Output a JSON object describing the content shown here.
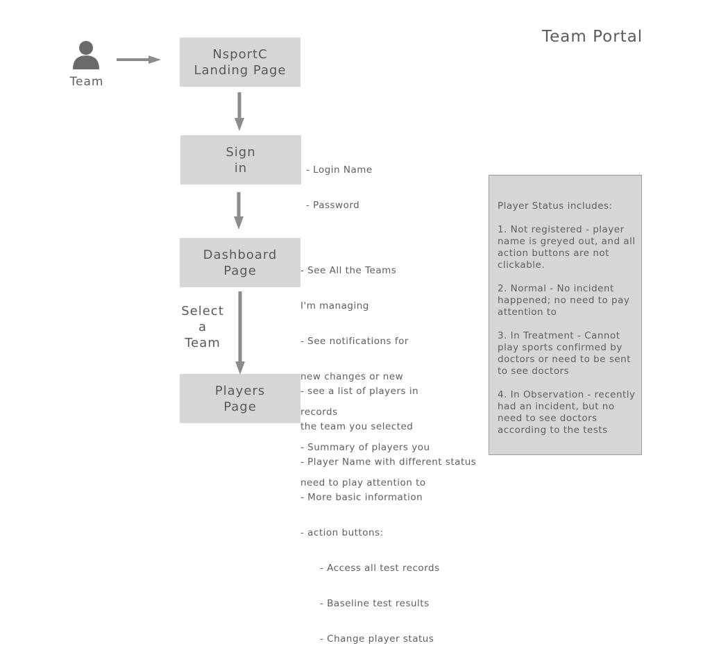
{
  "title": "Team Portal",
  "actor": {
    "label": "Team",
    "icon": "person-icon"
  },
  "boxes": {
    "landing": "NsportC\nLanding Page",
    "signin": "Sign\nin",
    "dashboard": "Dashboard\nPage",
    "players": "Players\nPage"
  },
  "select_team_label": "Select\na\nTeam",
  "notes": {
    "signin": [
      "- Login Name",
      "- Password"
    ],
    "dashboard": [
      "- See All the Teams",
      "I'm managing",
      "- See notifications for",
      "new changes or new",
      "records",
      "- Summary of players you",
      "need to play attention to"
    ],
    "players": [
      "- see a list of players in",
      "the team you selected",
      "- Player Name with different status",
      "- More basic information",
      "- action buttons:"
    ],
    "players_actions": [
      "- Access all test records",
      "- Baseline test results",
      "- Change player status"
    ]
  },
  "status_panel": {
    "heading": "Player Status includes:",
    "items": [
      "1. Not registered - player name is greyed out, and all action buttons are not clickable.",
      "2. Normal - No incident happened; no need to pay attention to",
      "3. In Treatment - Cannot play sports confirmed by doctors or need to be sent to see doctors",
      "4. In Observation - recently had an incident, but no need to see doctors according to the tests"
    ]
  },
  "colors": {
    "box_fill": "#d6d6d6",
    "arrow": "#8c8c8c",
    "text": "#5e5e5e"
  }
}
